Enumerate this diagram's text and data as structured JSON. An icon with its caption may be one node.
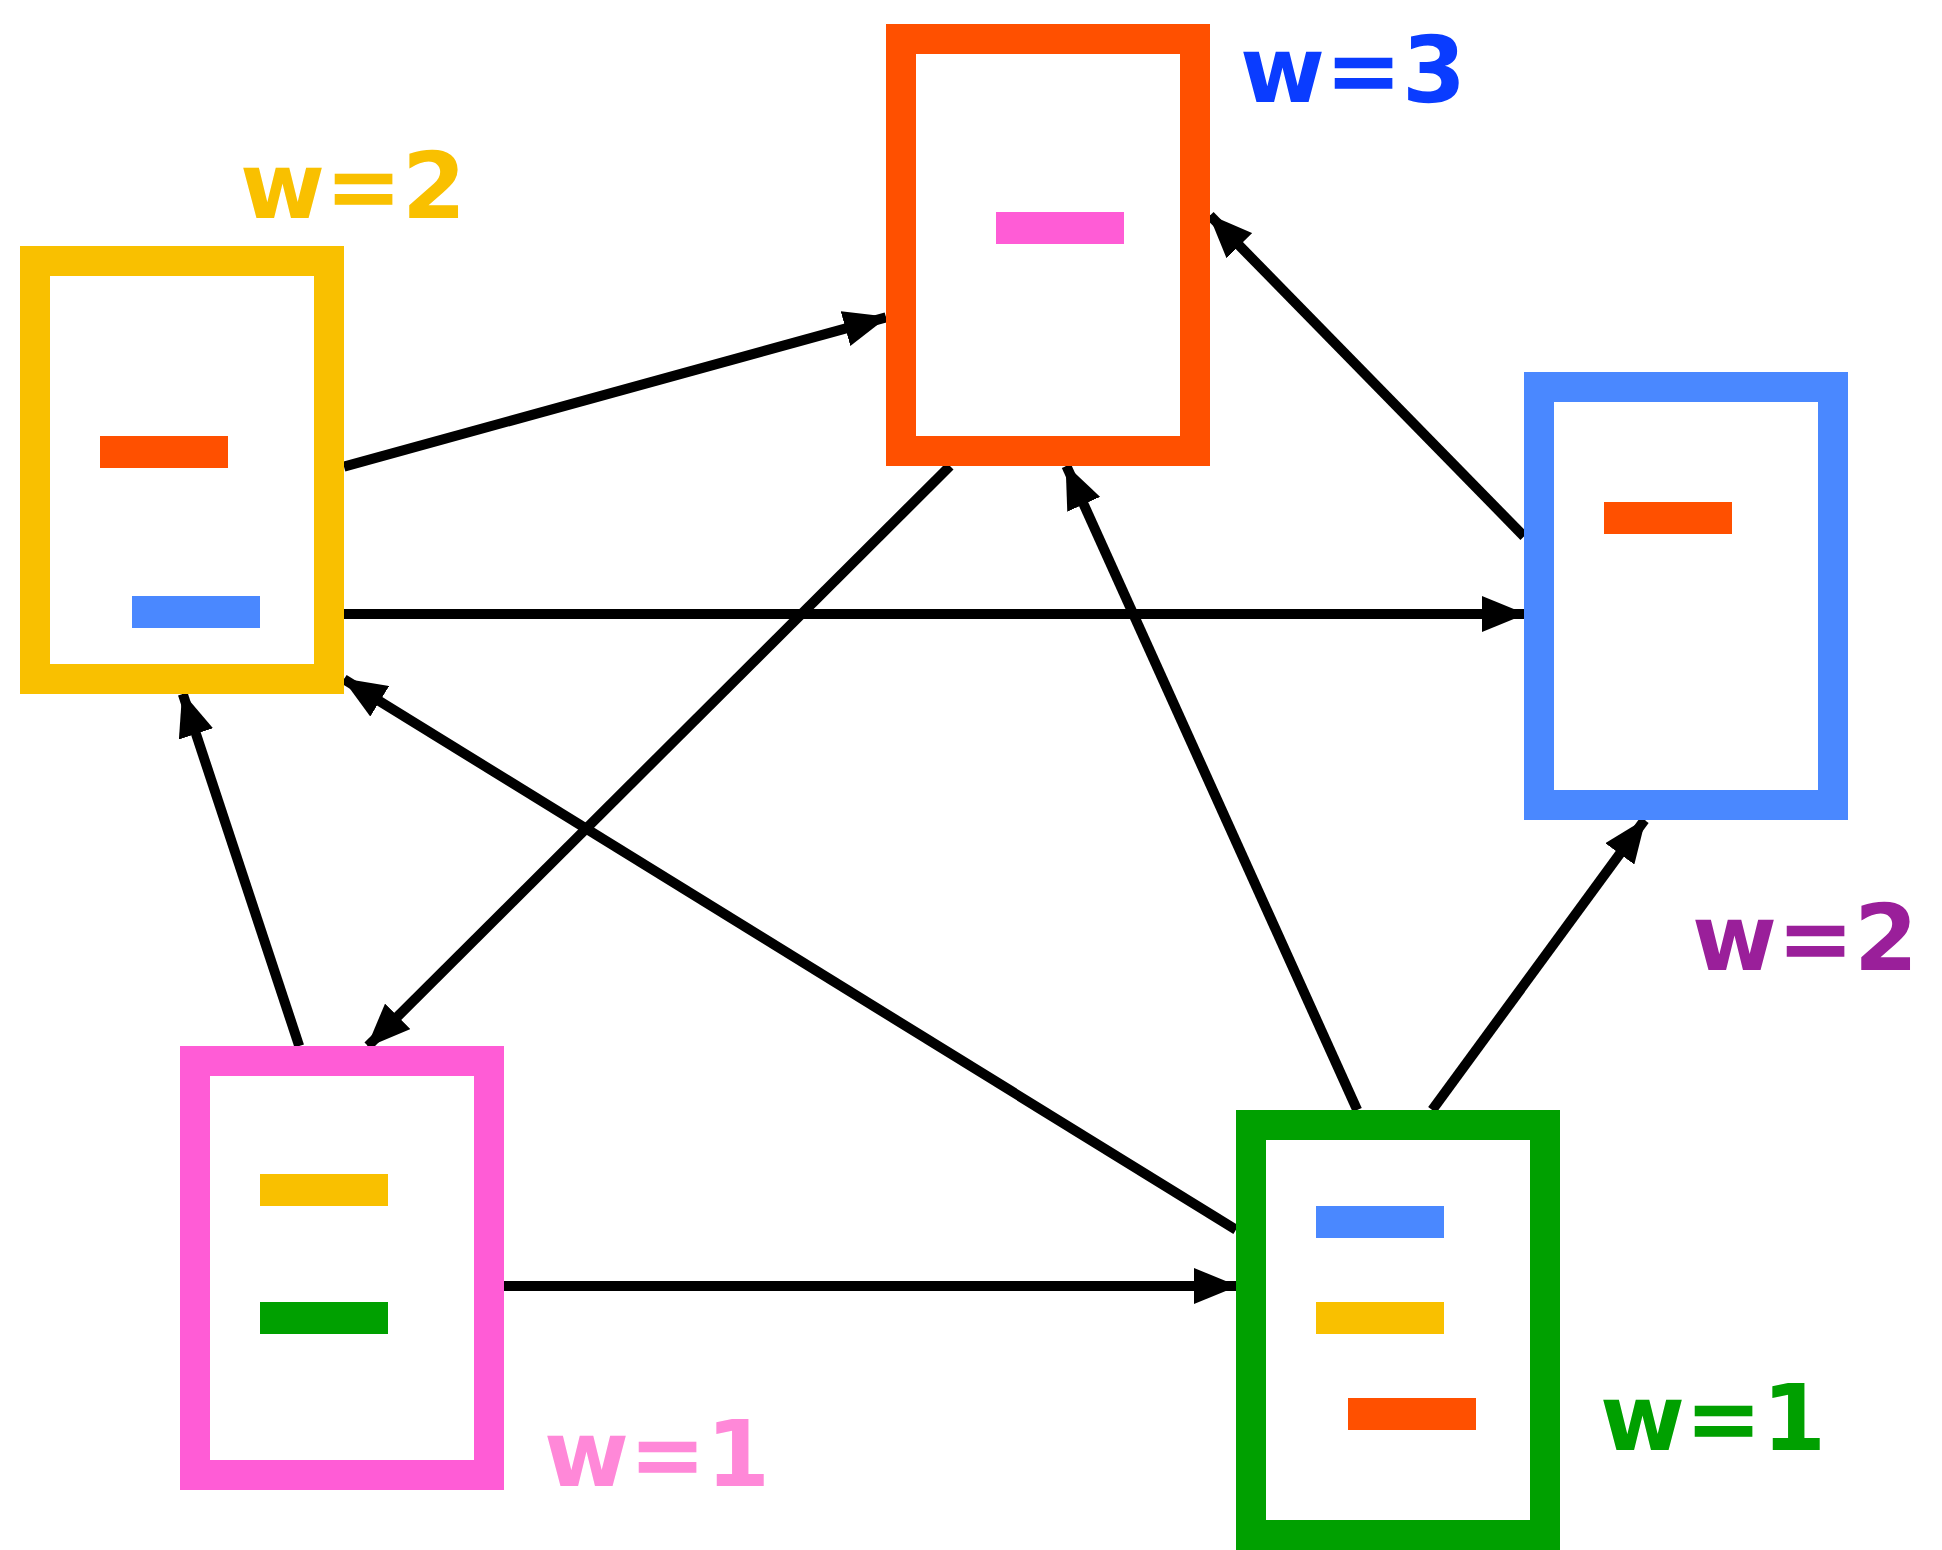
{
  "diagram": {
    "nodes": [
      {
        "text": [],
        "shape": "box",
        "beside": [
          "w=3"
        ]
      },
      {
        "text": [],
        "shape": "box",
        "beside": [
          "w=2"
        ]
      },
      {
        "text": [],
        "shape": "box",
        "beside": [
          "w=2"
        ]
      },
      {
        "text": [],
        "shape": "box",
        "beside": [
          "w=1"
        ]
      },
      {
        "text": [],
        "shape": "box",
        "beside": [
          "w=1"
        ]
      }
    ],
    "edges": [
      {
        "from": 1,
        "to": 0,
        "arrow": "to"
      },
      {
        "from": 1,
        "to": 2,
        "arrow": "to"
      },
      {
        "from": 2,
        "to": 0,
        "arrow": "to"
      },
      {
        "from": 0,
        "to": 3,
        "arrow": "to"
      },
      {
        "from": 3,
        "to": 1,
        "arrow": "to"
      },
      {
        "from": 4,
        "to": 1,
        "arrow": "to"
      },
      {
        "from": 4,
        "to": 0,
        "arrow": "to"
      },
      {
        "from": 4,
        "to": 2,
        "arrow": "to"
      },
      {
        "from": 3,
        "to": 4,
        "arrow": "to"
      }
    ]
  }
}
